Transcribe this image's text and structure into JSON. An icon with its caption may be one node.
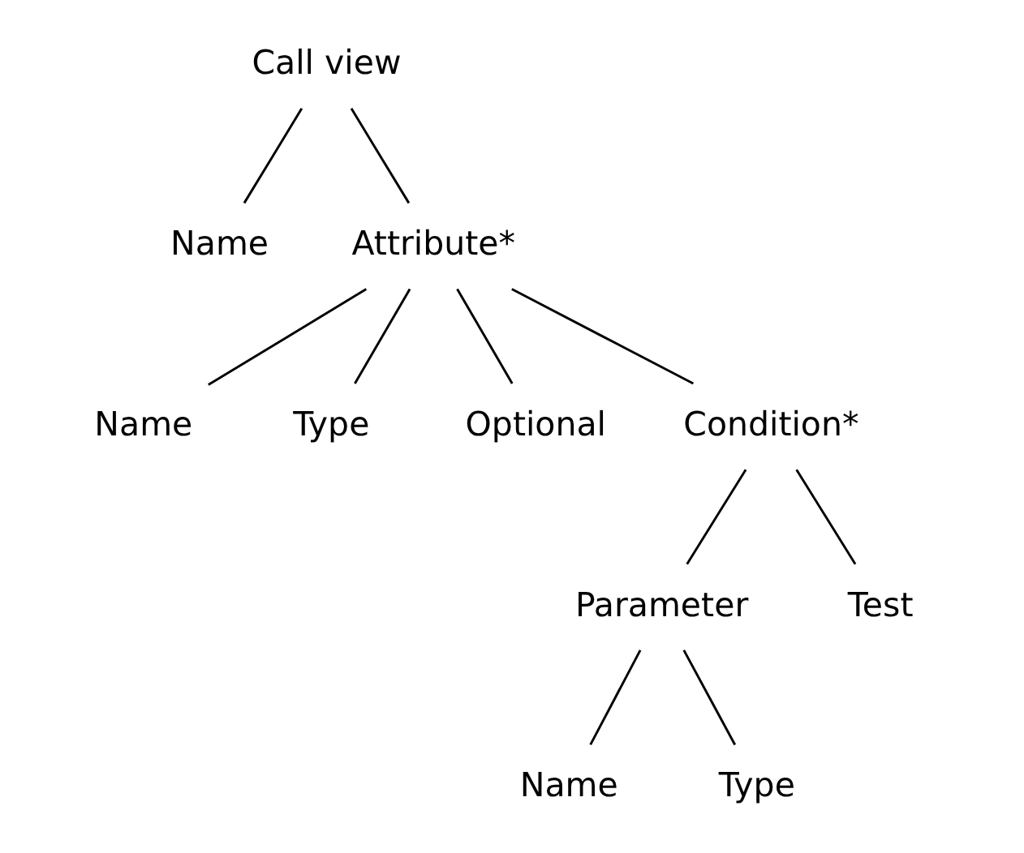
{
  "diagram": {
    "nodes": [
      {
        "text": [
          "Call view"
        ]
      },
      {
        "text": [
          "Name"
        ]
      },
      {
        "text": [
          "Attribute*"
        ]
      },
      {
        "text": [
          "Name"
        ]
      },
      {
        "text": [
          "Type"
        ]
      },
      {
        "text": [
          "Optional"
        ]
      },
      {
        "text": [
          "Condition*"
        ]
      },
      {
        "text": [
          "Parameter"
        ]
      },
      {
        "text": [
          "Test"
        ]
      },
      {
        "text": [
          "Name"
        ]
      },
      {
        "text": [
          "Type"
        ]
      }
    ],
    "edges": [
      {
        "from": 0,
        "to": 1,
        "arrow": "none"
      },
      {
        "from": 0,
        "to": 2,
        "arrow": "none"
      },
      {
        "from": 2,
        "to": 3,
        "arrow": "none"
      },
      {
        "from": 2,
        "to": 4,
        "arrow": "none"
      },
      {
        "from": 2,
        "to": 5,
        "arrow": "none"
      },
      {
        "from": 2,
        "to": 6,
        "arrow": "none"
      },
      {
        "from": 6,
        "to": 7,
        "arrow": "none"
      },
      {
        "from": 6,
        "to": 8,
        "arrow": "none"
      },
      {
        "from": 7,
        "to": 9,
        "arrow": "none"
      },
      {
        "from": 7,
        "to": 10,
        "arrow": "none"
      }
    ]
  }
}
